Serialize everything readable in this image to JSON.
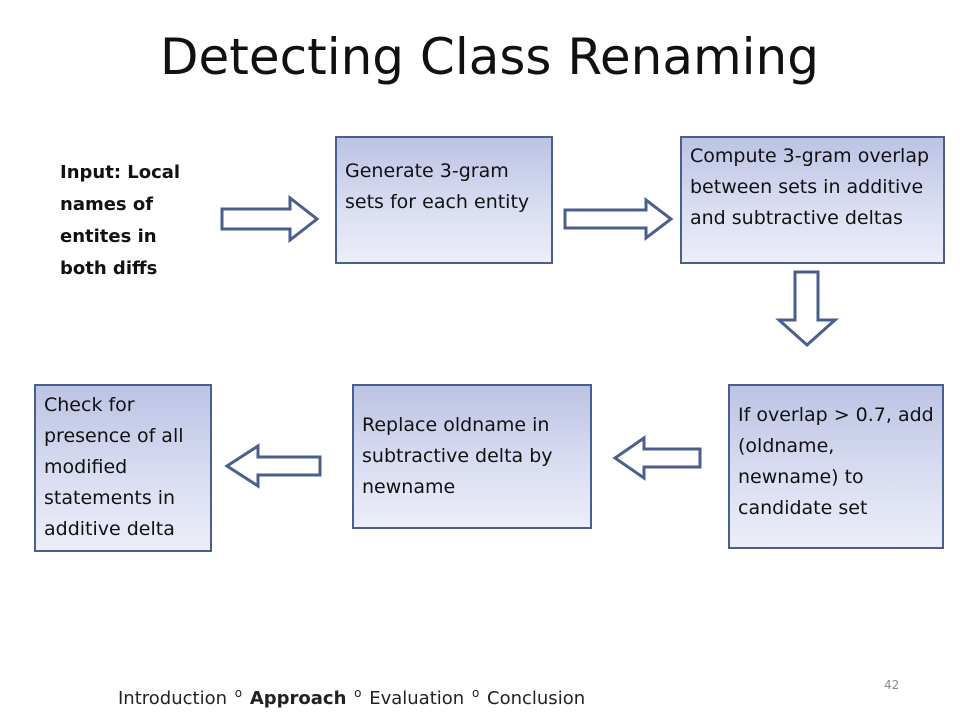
{
  "slide": {
    "title": "Detecting Class Renaming",
    "input": "Input: Local names of entites in both diffs",
    "steps": [
      "Generate 3-gram sets for each entity",
      "Compute 3-gram overlap between sets in additive and subtractive deltas",
      "If overlap > 0.7, add (oldname, newname) to candidate set",
      "Replace oldname in subtractive delta by newname",
      "Check for presence of all modified statements in additive delta"
    ],
    "footer": {
      "items": [
        "Introduction",
        "Approach",
        "Evaluation",
        "Conclusion"
      ],
      "separator": "o"
    },
    "page_number": "42"
  },
  "colors": {
    "box_border": "#4a5f8e",
    "box_fill_top": "#bcc3e4",
    "box_fill_bottom": "#eceef8",
    "arrow_stroke": "#4a5f8e"
  },
  "icons": [
    "right-arrow-icon",
    "down-arrow-icon",
    "left-arrow-icon"
  ]
}
